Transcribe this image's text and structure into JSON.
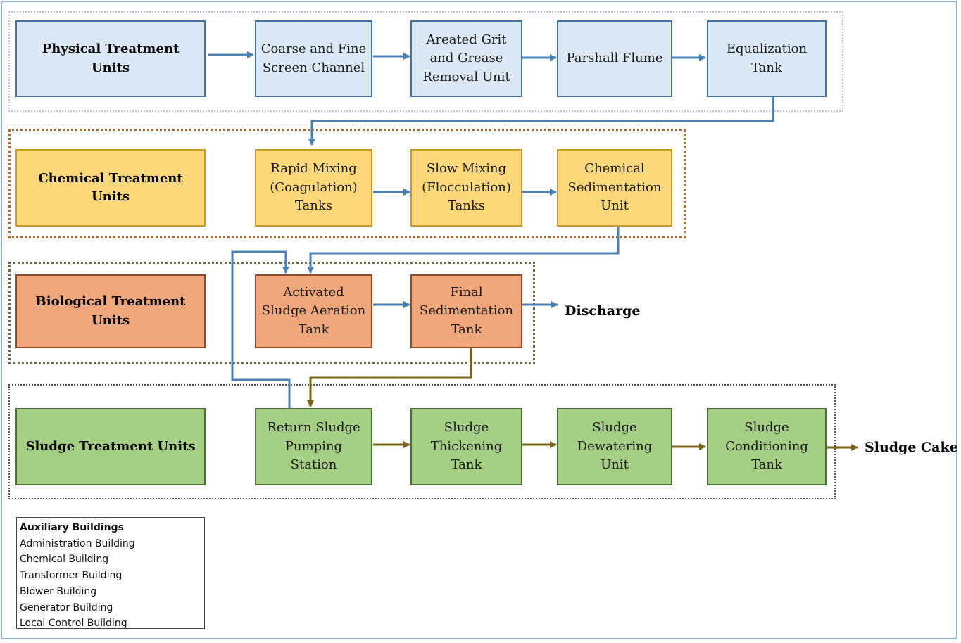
{
  "groups": {
    "physical": {
      "label": "Physical Treatment Units",
      "units": [
        "Coarse and Fine Screen Channel",
        "Areated Grit and Grease Removal Unit",
        "Parshall Flume",
        "Equalization Tank"
      ]
    },
    "chemical": {
      "label": "Chemical Treatment Units",
      "units": [
        "Rapid Mixing (Coagulation) Tanks",
        "Slow Mixing (Flocculation) Tanks",
        "Chemical Sedimentation Unit"
      ]
    },
    "biological": {
      "label": "Biological Treatment Units",
      "units": [
        "Activated Sludge Aeration Tank",
        "Final Sedimentation Tank"
      ]
    },
    "sludge": {
      "label": "Sludge Treatment Units",
      "units": [
        "Return Sludge Pumping Station",
        "Sludge Thickening Tank",
        "Sludge Dewatering Unit",
        "Sludge Conditioning Tank"
      ]
    }
  },
  "outputs": {
    "discharge": "Discharge",
    "sludge_cake": "Sludge Cake"
  },
  "auxiliary": {
    "title": "Auxiliary Buildings",
    "items": [
      "Administration Building",
      "Chemical Building",
      "Transformer Building",
      "Blower Building",
      "Generator Building",
      "Local Control Building"
    ]
  },
  "colors": {
    "water_flow": "#4a7fb5",
    "sludge_flow": "#7a6418",
    "physical_fill": "#dbe8f5",
    "chemical_fill": "#fdd87a",
    "biological_fill": "#f0a77c",
    "sludge_fill": "#a6cf86"
  }
}
